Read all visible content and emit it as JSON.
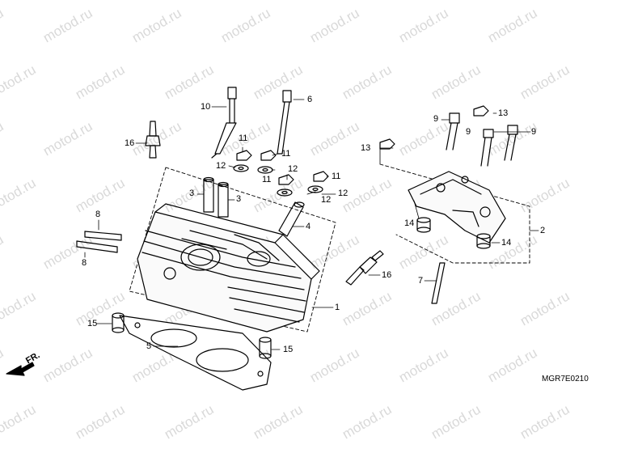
{
  "watermark": "motod.ru",
  "diagram_code": "MGR7E0210",
  "direction_label": "FR.",
  "callouts": [
    {
      "id": "c10",
      "label": "10"
    },
    {
      "id": "c6",
      "label": "6"
    },
    {
      "id": "c16a",
      "label": "16"
    },
    {
      "id": "c11a",
      "label": "11"
    },
    {
      "id": "c11b",
      "label": "11"
    },
    {
      "id": "c12a",
      "label": "12"
    },
    {
      "id": "c12b",
      "label": "12"
    },
    {
      "id": "c11c",
      "label": "11"
    },
    {
      "id": "c11d",
      "label": "11"
    },
    {
      "id": "c12c",
      "label": "12"
    },
    {
      "id": "c12d",
      "label": "12"
    },
    {
      "id": "c3a",
      "label": "3"
    },
    {
      "id": "c3b",
      "label": "3"
    },
    {
      "id": "c4",
      "label": "4"
    },
    {
      "id": "c8a",
      "label": "8"
    },
    {
      "id": "c8b",
      "label": "8"
    },
    {
      "id": "c16b",
      "label": "16"
    },
    {
      "id": "c1",
      "label": "1"
    },
    {
      "id": "c15a",
      "label": "15"
    },
    {
      "id": "c5",
      "label": "5"
    },
    {
      "id": "c15b",
      "label": "15"
    },
    {
      "id": "c9a",
      "label": "9"
    },
    {
      "id": "c13a",
      "label": "13"
    },
    {
      "id": "c9b",
      "label": "9"
    },
    {
      "id": "c9c",
      "label": "9"
    },
    {
      "id": "c13b",
      "label": "13"
    },
    {
      "id": "c14a",
      "label": "14"
    },
    {
      "id": "c14b",
      "label": "14"
    },
    {
      "id": "c2",
      "label": "2"
    },
    {
      "id": "c7",
      "label": "7"
    }
  ]
}
